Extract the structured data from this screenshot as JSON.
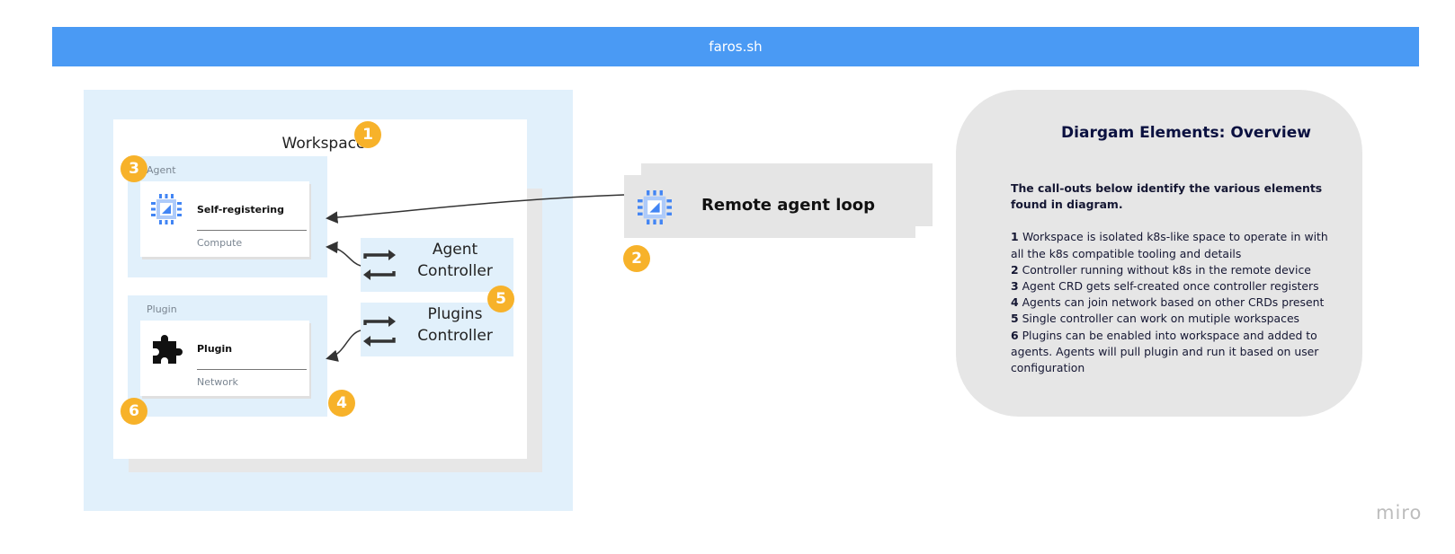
{
  "banner": {
    "title": "faros.sh"
  },
  "workspace": {
    "title": "Workspace"
  },
  "agent_group": {
    "label": "Agent",
    "card": {
      "title": "Self-registering",
      "subtitle": "Compute",
      "icon": "chip-icon"
    }
  },
  "plugin_group": {
    "label": "Plugin",
    "card": {
      "title": "Plugin",
      "subtitle": "Network",
      "icon": "puzzle-icon"
    }
  },
  "controllers": {
    "agent": {
      "line1": "Agent",
      "line2": "Controller",
      "icon": "swap-arrows-icon"
    },
    "plugins": {
      "line1": "Plugins",
      "line2": "Controller",
      "icon": "swap-arrows-icon"
    }
  },
  "remote": {
    "title": "Remote agent loop",
    "icon": "chip-icon"
  },
  "badges": [
    "1",
    "2",
    "3",
    "4",
    "5",
    "6"
  ],
  "overview": {
    "title": "Diargam Elements: Overview",
    "lead": "The call-outs below identify the various elements found in diagram.",
    "items": [
      {
        "num": "1 ",
        "text": " Workspace is isolated k8s-like space to operate in with all the k8s compatible tooling and details"
      },
      {
        "num": "2",
        "text": " Controller running without k8s in the remote device"
      },
      {
        "num": "3",
        "text": " Agent CRD gets self-created once controller registers"
      },
      {
        "num": "4",
        "text": " Agents can join network based on other CRDs present"
      },
      {
        "num": "5",
        "text": " Single controller can work on mutiple workspaces"
      },
      {
        "num": "6",
        "text": " Plugins can be enabled into workspace and added to agents. Agents will pull plugin and run it based on user configuration"
      }
    ]
  },
  "watermark": "miro",
  "colors": {
    "banner": "#4a9af4",
    "zone": "#e1f0fb",
    "badge": "#f7b22a",
    "chip": "#4285f4"
  }
}
